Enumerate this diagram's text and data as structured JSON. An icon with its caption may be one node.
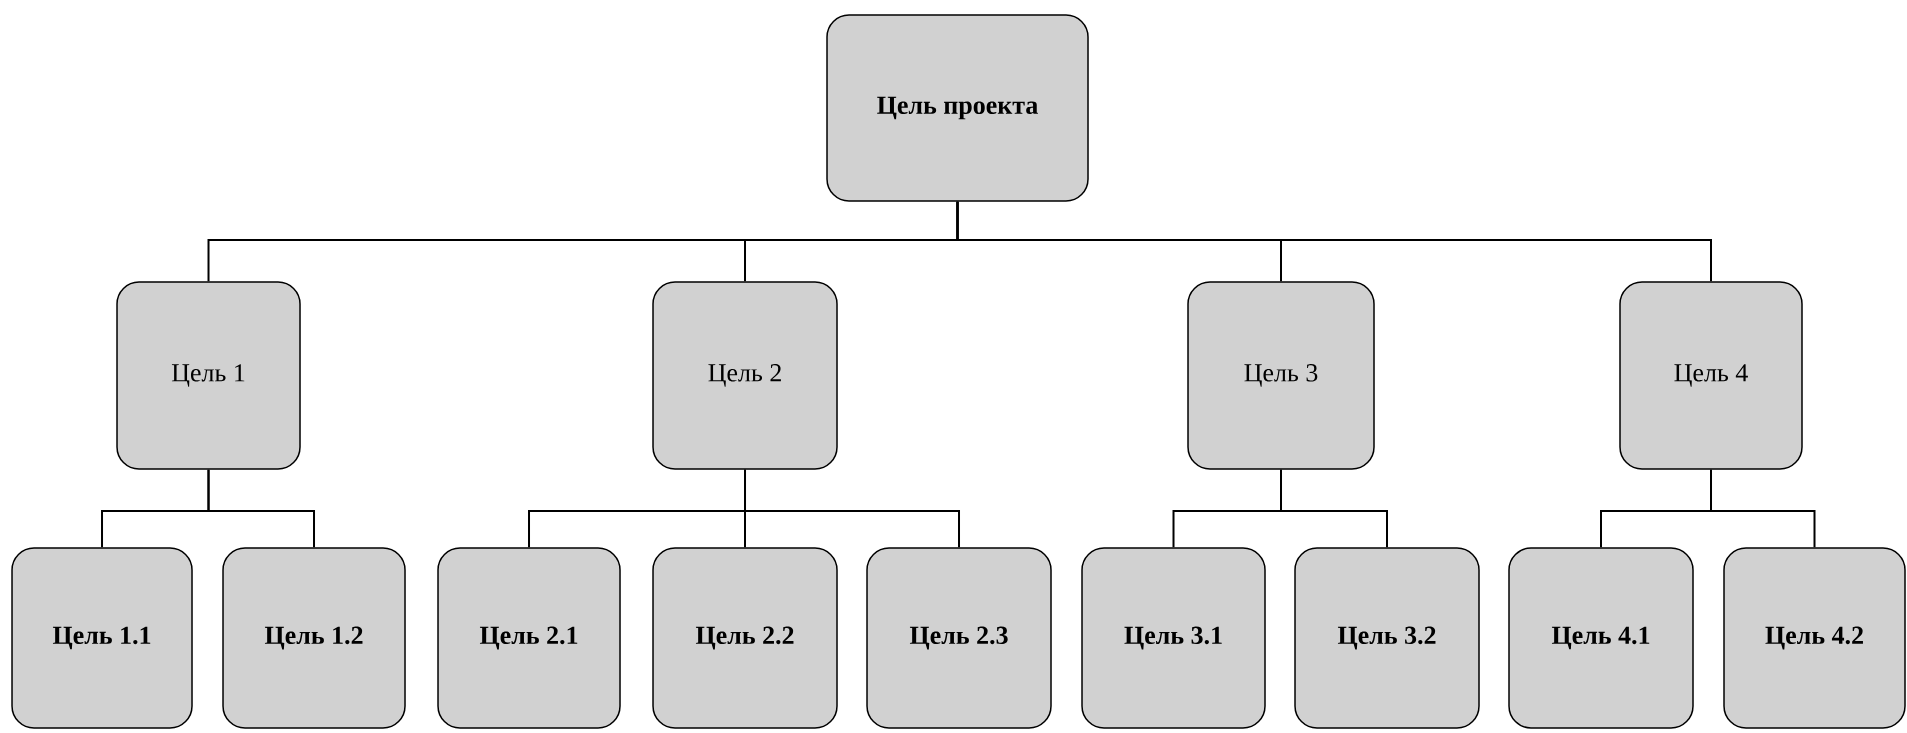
{
  "diagram": {
    "nodes": [
      {
        "text": [
          "Цель проекта"
        ]
      },
      {
        "text": [
          "Цель 1"
        ]
      },
      {
        "text": [
          "Цель 2"
        ]
      },
      {
        "text": [
          "Цель 3"
        ]
      },
      {
        "text": [
          "Цель 4"
        ]
      },
      {
        "text": [
          "Цель 1.1"
        ]
      },
      {
        "text": [
          "Цель 1.2"
        ]
      },
      {
        "text": [
          "Цель 2.1"
        ]
      },
      {
        "text": [
          "Цель 2.2"
        ]
      },
      {
        "text": [
          "Цель 2.3"
        ]
      },
      {
        "text": [
          "Цель 3.1"
        ]
      },
      {
        "text": [
          "Цель 3.2"
        ]
      },
      {
        "text": [
          "Цель 4.1"
        ]
      },
      {
        "text": [
          "Цель 4.2"
        ]
      }
    ],
    "edges": [
      {
        "from": 0,
        "to": 1,
        "arrow": "none"
      },
      {
        "from": 0,
        "to": 2,
        "arrow": "none"
      },
      {
        "from": 0,
        "to": 3,
        "arrow": "none"
      },
      {
        "from": 0,
        "to": 4,
        "arrow": "none"
      },
      {
        "from": 1,
        "to": 5,
        "arrow": "none"
      },
      {
        "from": 1,
        "to": 6,
        "arrow": "none"
      },
      {
        "from": 2,
        "to": 7,
        "arrow": "none"
      },
      {
        "from": 2,
        "to": 8,
        "arrow": "none"
      },
      {
        "from": 2,
        "to": 9,
        "arrow": "none"
      },
      {
        "from": 3,
        "to": 10,
        "arrow": "none"
      },
      {
        "from": 3,
        "to": 11,
        "arrow": "none"
      },
      {
        "from": 4,
        "to": 12,
        "arrow": "none"
      },
      {
        "from": 4,
        "to": 13,
        "arrow": "none"
      }
    ]
  }
}
